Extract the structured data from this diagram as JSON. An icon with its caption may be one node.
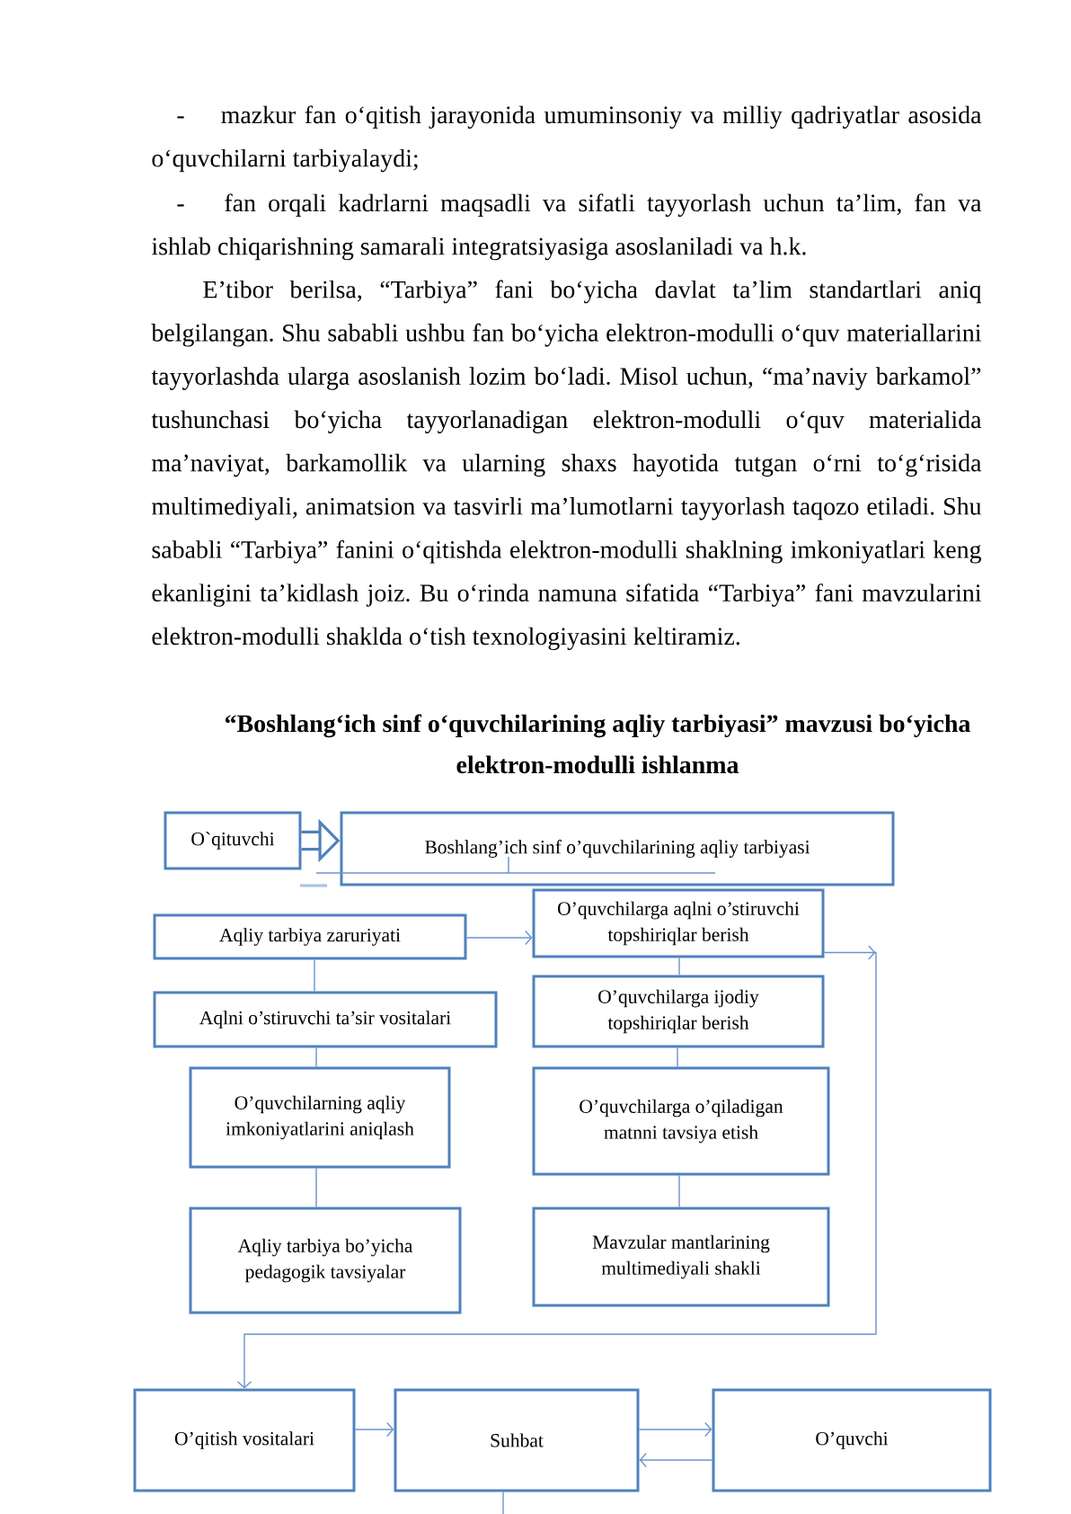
{
  "diagram": {
    "title": "“Boshlang‘ich sinf o‘quvchilarining aqliy tarbiyasi” mavzusi bo‘yicha elektron-modulli ishlanma",
    "nodes": [
      {
        "text": [
          "O`qituvchi"
        ]
      },
      {
        "text": [
          "Boshlang’ich sinf o’quvchilarining aqliy tarbiyasi"
        ]
      },
      {
        "text": [
          "Aqliy tarbiya zaruriyati"
        ]
      },
      {
        "text": [
          "O’quvchilarga aqlni o’stiruvchi topshiriqlar berish"
        ]
      },
      {
        "text": [
          "Aqlni o’stiruvchi ta’sir vositalari"
        ]
      },
      {
        "text": [
          "O’quvchilarga ijodiy topshiriqlar berish"
        ]
      },
      {
        "text": [
          "O’quvchilarning aqliy imkoniyatlarini aniqlash"
        ]
      },
      {
        "text": [
          "O’quvchilarga o’qiladigan matnni tavsiya etish"
        ]
      },
      {
        "text": [
          "Aqliy tarbiya bo’yicha pedagogik tavsiyalar"
        ]
      },
      {
        "text": [
          "Mavzular mantlarining multimediyali shakli"
        ]
      },
      {
        "text": [
          "O’qitish vositalari"
        ]
      },
      {
        "text": [
          "Suhbat"
        ]
      },
      {
        "text": [
          "O’quvchi"
        ]
      }
    ],
    "edges": [
      {
        "from": 0,
        "to": 1,
        "arrow": "to",
        "style": "thick"
      },
      {
        "from": 2,
        "to": 3,
        "arrow": "to"
      },
      {
        "from": 3,
        "to": 10,
        "arrow": "to"
      },
      {
        "from": 2,
        "to": 4,
        "arrow": "none"
      },
      {
        "from": 4,
        "to": 6,
        "arrow": "none"
      },
      {
        "from": 6,
        "to": 8,
        "arrow": "none"
      },
      {
        "from": 3,
        "to": 5,
        "arrow": "none"
      },
      {
        "from": 5,
        "to": 7,
        "arrow": "none"
      },
      {
        "from": 7,
        "to": 9,
        "arrow": "none"
      },
      {
        "from": 10,
        "to": 11,
        "arrow": "to"
      },
      {
        "from": 11,
        "to": 12,
        "arrow": "to"
      },
      {
        "from": 12,
        "to": 11,
        "arrow": "to"
      },
      {
        "from": 11,
        "to": null,
        "arrow": "none"
      }
    ],
    "labels": [
      "- mazkur fan o‘qitish jarayonida umuminsoniy va milliy qadriyatlar asosida o‘quvchilarni tarbiyalaydi;",
      "- fan orqali kadrlarni maqsadli va sifatli tayyorlash uchun ta’lim, fan va ishlab chiqarishning samarali integratsiyasiga asoslaniladi va h.k.",
      "E’tibor berilsa, “Tarbiya” fani bo‘yicha davlat ta’lim standartlari aniq belgilangan. Shu sababli ushbu fan bo‘yicha elektron-modulli o‘quv materiallarini tayyorlashda ularga asoslanish lozim bo‘ladi. Misol uchun, “ma’naviy barkamol” tushunchasi bo‘yicha tayyorlanadigan elektron-modulli o‘quv materialida ma’naviyat, barkamollik va ularning shaxs hayotida tutgan o‘rni to‘g‘risida multimediyali, animatsion va tasvirli ma’lumotlarni tayyorlash taqozo etiladi. Shu sababli “Tarbiya” fanini o‘qitishda elektron-modulli shaklning imkoniyatlari keng ekanligini ta’kidlash joiz. Bu o‘rinda namuna sifatida “Tarbiya” fani mavzularini elektron-modulli shaklda o‘tish texnologiyasini keltiramiz."
    ]
  }
}
